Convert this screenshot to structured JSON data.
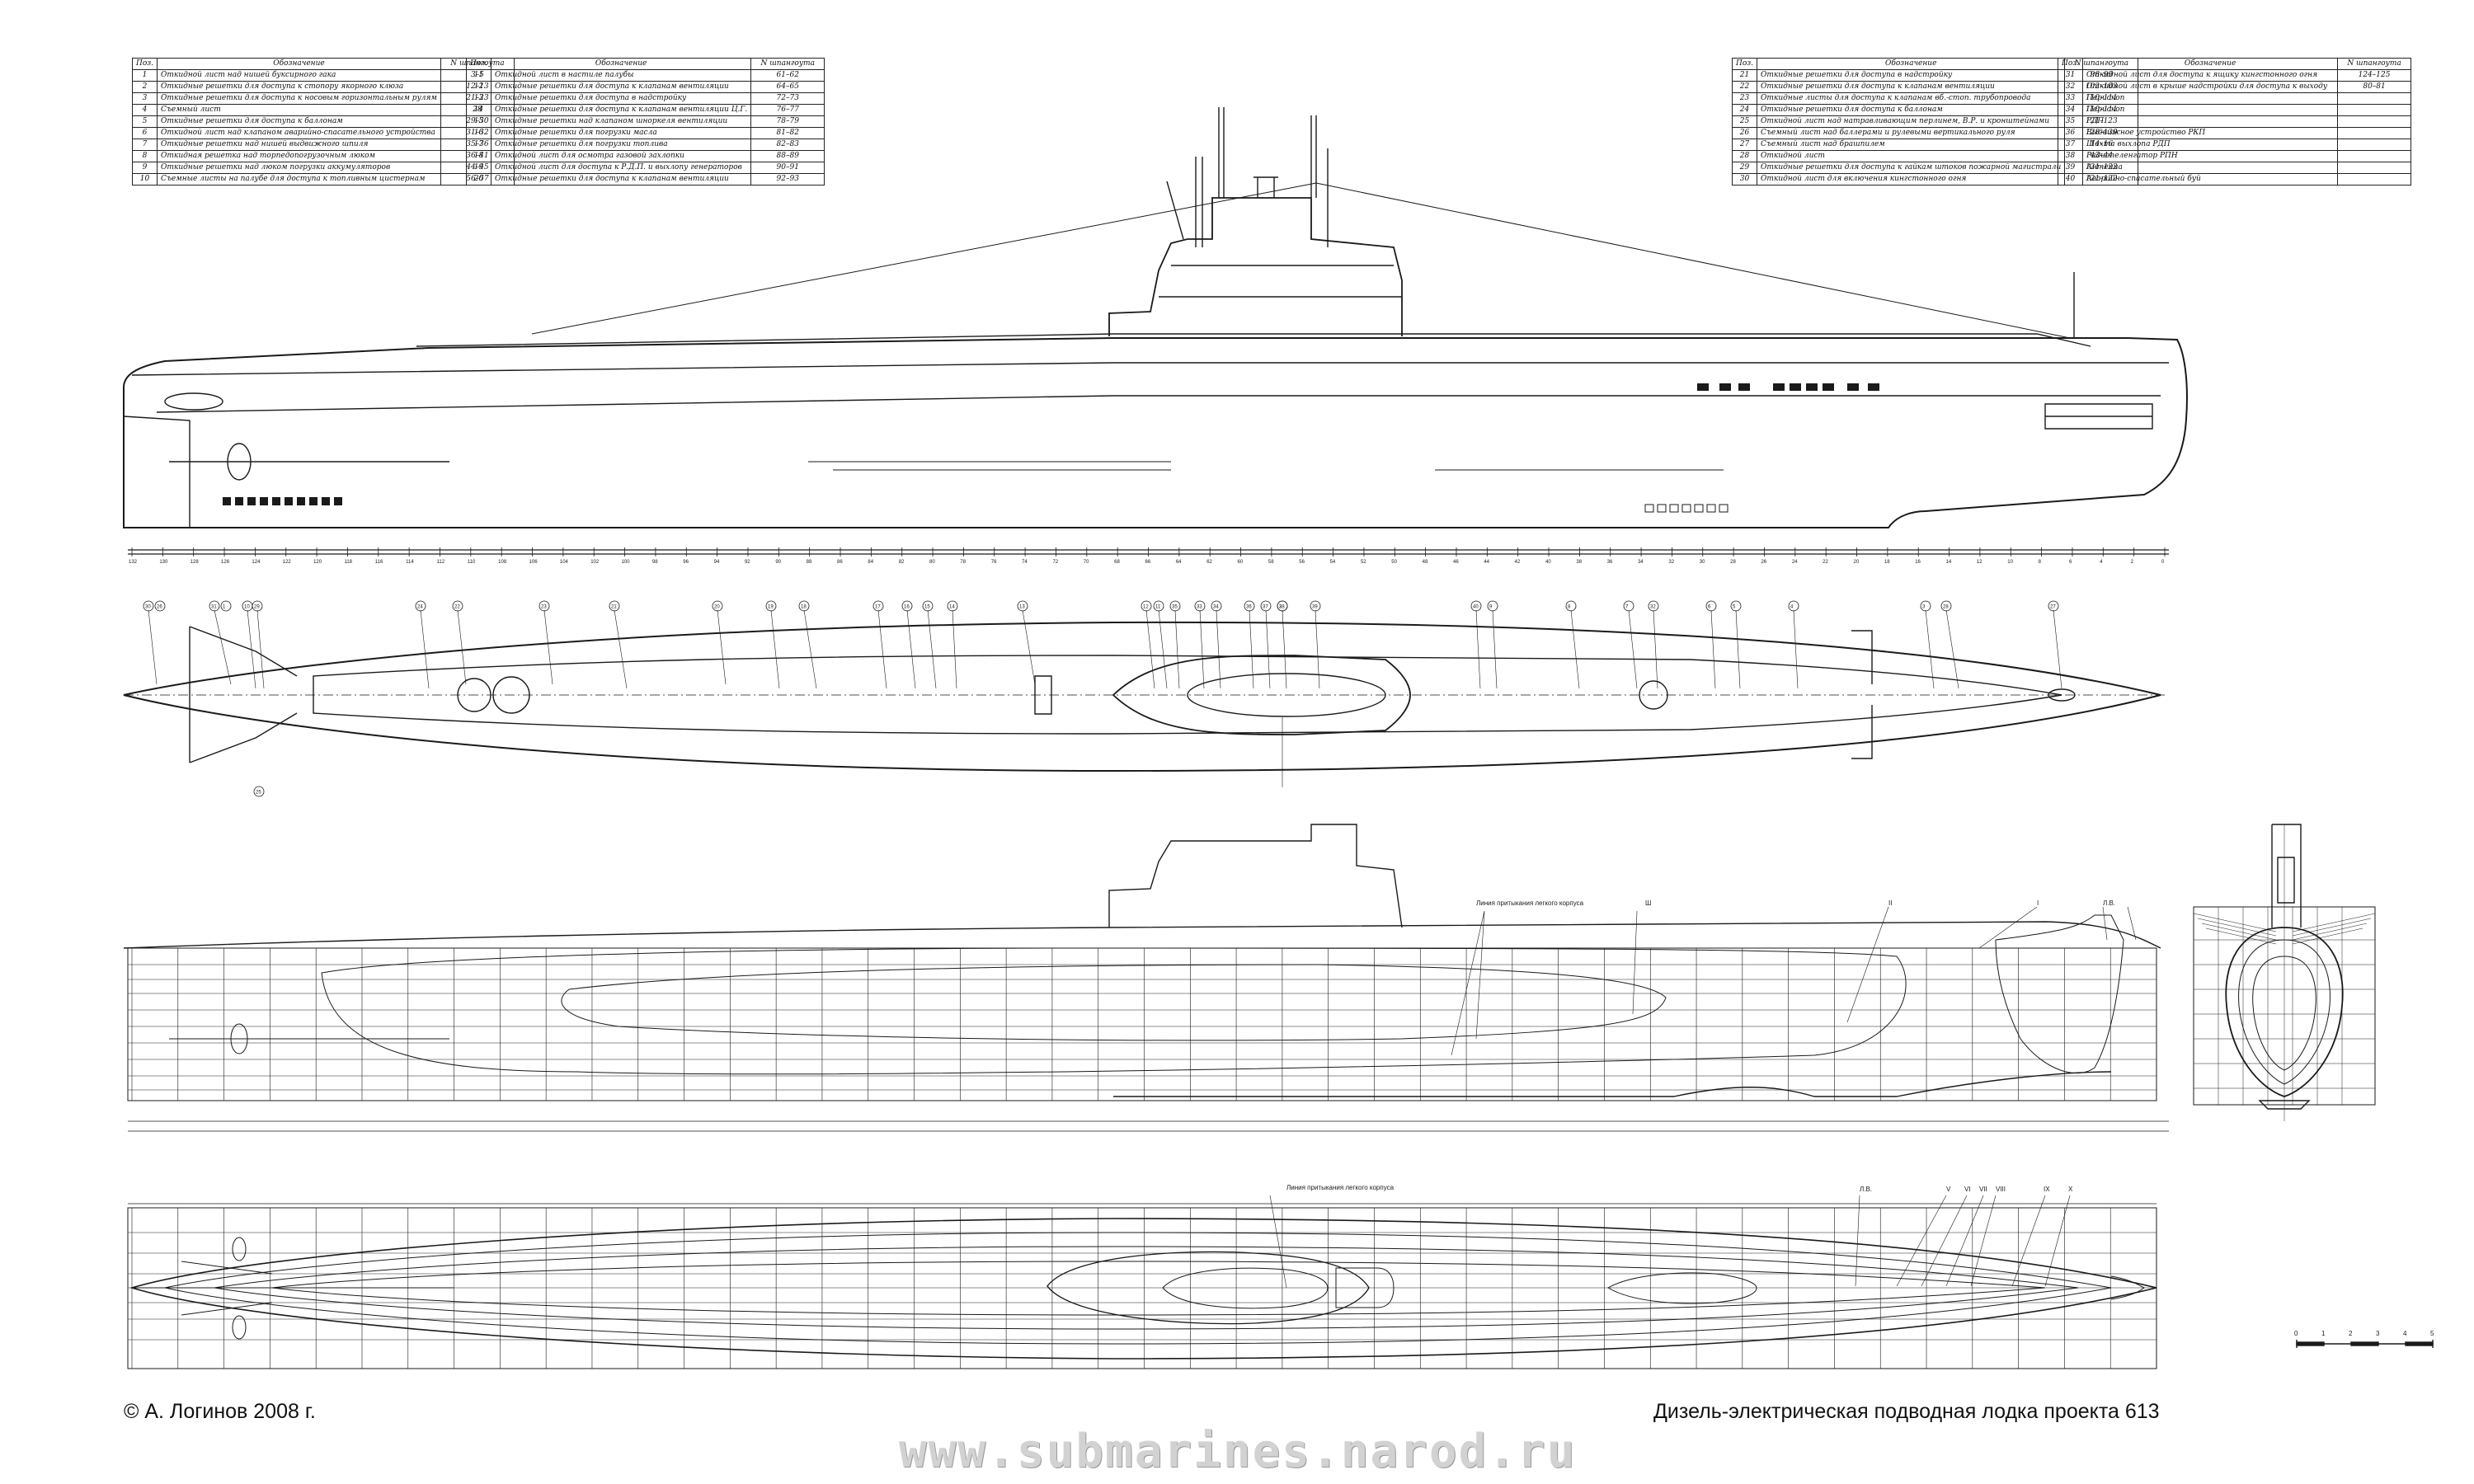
{
  "legend_header": {
    "pos": "Поз.",
    "name": "Обозначение",
    "frames": "N шпангоута"
  },
  "legend_tables": [
    {
      "id": "table-1",
      "rows": [
        {
          "pos": "1",
          "name": "Откидной лист над нишей буксирного гака",
          "frames": "3–5"
        },
        {
          "pos": "2",
          "name": "Откидные решетки для доступа к стопору якорного клюза",
          "frames": "12–13"
        },
        {
          "pos": "3",
          "name": "Откидные решетки для доступа к носовым горизонтальным рулям",
          "frames": "21–23"
        },
        {
          "pos": "4",
          "name": "Съемный лист",
          "frames": "28"
        },
        {
          "pos": "5",
          "name": "Откидные решетки для доступа к баллонам",
          "frames": "29–30"
        },
        {
          "pos": "6",
          "name": "Откидной лист над клапаном аварийно-спасательного устройства",
          "frames": "31–32"
        },
        {
          "pos": "7",
          "name": "Откидные решетки над нишей выдвижного шпиля",
          "frames": "35–36"
        },
        {
          "pos": "8",
          "name": "Откидная решетка над торпедопогрузочным люком",
          "frames": "36–41"
        },
        {
          "pos": "9",
          "name": "Откидные решетки над люком погрузки аккумуляторов",
          "frames": "44–45"
        },
        {
          "pos": "10",
          "name": "Съемные листы на палубе для доступа к топливным цистернам",
          "frames": "56–57"
        }
      ]
    },
    {
      "id": "table-2",
      "rows": [
        {
          "pos": "11",
          "name": "Откидной лист в настиле палубы",
          "frames": "61–62"
        },
        {
          "pos": "12",
          "name": "Откидные решетки для доступа к клапанам вентиляции",
          "frames": "64–65"
        },
        {
          "pos": "13",
          "name": "Откидные решетки для доступа в надстройку",
          "frames": "72–73"
        },
        {
          "pos": "14",
          "name": "Откидные решетки для доступа к клапанам вентиляции Ц.Г.",
          "frames": "76–77"
        },
        {
          "pos": "15",
          "name": "Откидные решетки над клапаном шноркеля вентиляции",
          "frames": "78–79"
        },
        {
          "pos": "16",
          "name": "Откидные решетки для погрузки масла",
          "frames": "81–82"
        },
        {
          "pos": "17",
          "name": "Откидные решетки для погрузки топлива",
          "frames": "82–83"
        },
        {
          "pos": "18",
          "name": "Откидной лист для осмотра газовой захлопки",
          "frames": "88–89"
        },
        {
          "pos": "19",
          "name": "Откидной лист для доступа к Р.Д.П. и выхлопу генераторов",
          "frames": "90–91"
        },
        {
          "pos": "20",
          "name": "Откидные решетки для доступа к клапанам вентиляции",
          "frames": "92–93"
        }
      ]
    },
    {
      "id": "table-3",
      "rows": [
        {
          "pos": "21",
          "name": "Откидные решетки для доступа в надстройку",
          "frames": "98–99"
        },
        {
          "pos": "22",
          "name": "Откидные решетки для доступа к клапанам вентиляции",
          "frames": "102–103"
        },
        {
          "pos": "23",
          "name": "Откидные листы для доступа к клапанам вб.-стоп. трубопровода",
          "frames": "110–111"
        },
        {
          "pos": "24",
          "name": "Откидные решетки для доступа к баллонам",
          "frames": "110–111"
        },
        {
          "pos": "25",
          "name": "Откидной лист над натравливающим перлинем, В.Р. и кронштейнами",
          "frames": "121–123"
        },
        {
          "pos": "26",
          "name": "Съемный лист над баллерами и рулевыми вертикального руля",
          "frames": "128–130"
        },
        {
          "pos": "27",
          "name": "Съемный лист над брашпилем",
          "frames": "14–16"
        },
        {
          "pos": "28",
          "name": "Откидной лист",
          "frames": "43–44"
        },
        {
          "pos": "29",
          "name": "Откидные решетки для доступа к гайкам штоков пожарной магистрали",
          "frames": "121–122"
        },
        {
          "pos": "30",
          "name": "Откидной лист для включения кингстонного огня",
          "frames": "121–122"
        }
      ]
    },
    {
      "id": "table-4",
      "rows": [
        {
          "pos": "31",
          "name": "Откидной лист для доступа к ящику кингстонного огня",
          "frames": "124–125"
        },
        {
          "pos": "32",
          "name": "Откидной лист в крыше надстройки для доступа к выходу",
          "frames": "80–81"
        },
        {
          "pos": "33",
          "name": "Перископ",
          "frames": ""
        },
        {
          "pos": "34",
          "name": "Перископ",
          "frames": ""
        },
        {
          "pos": "35",
          "name": "РДП",
          "frames": ""
        },
        {
          "pos": "36",
          "name": "Выдвижное устройство РКП",
          "frames": ""
        },
        {
          "pos": "37",
          "name": "Шахта выхлопа РДП",
          "frames": ""
        },
        {
          "pos": "38",
          "name": "Радиопеленгатор РПН",
          "frames": ""
        },
        {
          "pos": "39",
          "name": "Антенна",
          "frames": ""
        },
        {
          "pos": "40",
          "name": "Аварийно-спасательный буй",
          "frames": ""
        }
      ]
    }
  ],
  "labels": {
    "waterline_side": "Линия притыкания легкого корпуса",
    "waterline_plan": "Линия притыкания легкого корпуса",
    "scale": [
      "0",
      "1",
      "2",
      "3",
      "4",
      "5"
    ],
    "frames_top": [
      "132",
      "130",
      "128",
      "126",
      "124",
      "122",
      "120",
      "118",
      "116",
      "114",
      "112",
      "110",
      "108",
      "106",
      "104",
      "102",
      "100",
      "98",
      "96",
      "94",
      "92",
      "90",
      "88",
      "86",
      "84",
      "82",
      "80",
      "78",
      "76",
      "74",
      "72",
      "70",
      "68",
      "66",
      "64",
      "62",
      "60",
      "58",
      "56",
      "54",
      "52",
      "50",
      "48",
      "46",
      "44",
      "42",
      "40",
      "38",
      "36",
      "34",
      "32",
      "30",
      "28",
      "26",
      "24",
      "22",
      "20",
      "18",
      "16",
      "14",
      "12",
      "10",
      "8",
      "6",
      "4",
      "2",
      "0"
    ],
    "callouts": [
      "30",
      "31",
      "10",
      "29",
      "24",
      "22",
      "23",
      "21",
      "20",
      "19",
      "18",
      "17",
      "16",
      "15",
      "14",
      "13",
      "12",
      "11",
      "35",
      "33",
      "34",
      "36",
      "37",
      "38",
      "39",
      "40",
      "9",
      "8",
      "7",
      "32",
      "6",
      "5",
      "4",
      "3",
      "28",
      "27",
      "2",
      "26",
      "1",
      "25"
    ],
    "lines_side": [
      "Ш",
      "ІІ",
      "І",
      "Л.В."
    ],
    "lines_plan": [
      "Л.В.",
      "V",
      "VI",
      "VII",
      "VIII",
      "IX",
      "X"
    ]
  },
  "footer": {
    "copyright": "© А. Логинов 2008 г.",
    "title": "Дизель-электрическая подводная лодка проекта 613",
    "website": "www.submarines.narod.ru"
  },
  "colors": {
    "line": "#1a1a1a",
    "paper": "#ffffff",
    "watermark": "#d2d2d2"
  }
}
